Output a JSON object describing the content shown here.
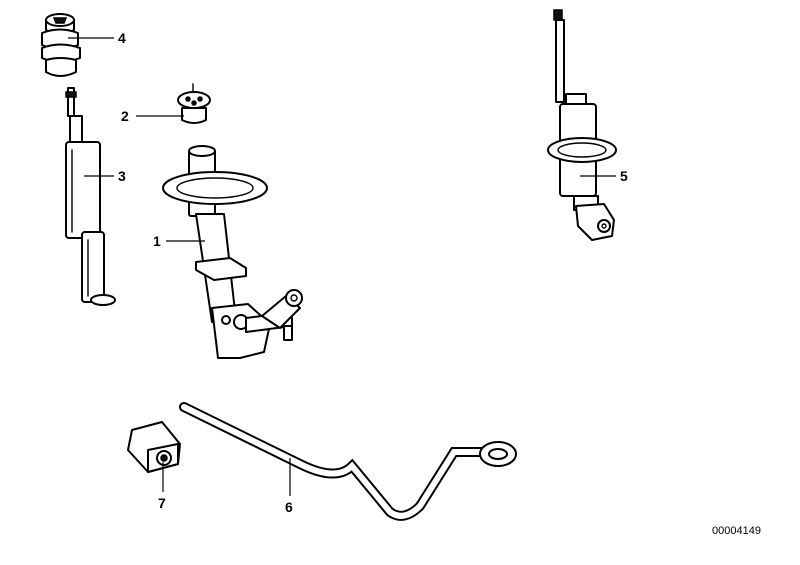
{
  "callouts": {
    "c1": "1",
    "c2": "2",
    "c3": "3",
    "c4": "4",
    "c5": "5",
    "c6": "6",
    "c7": "7"
  },
  "reference_number": "00004149"
}
